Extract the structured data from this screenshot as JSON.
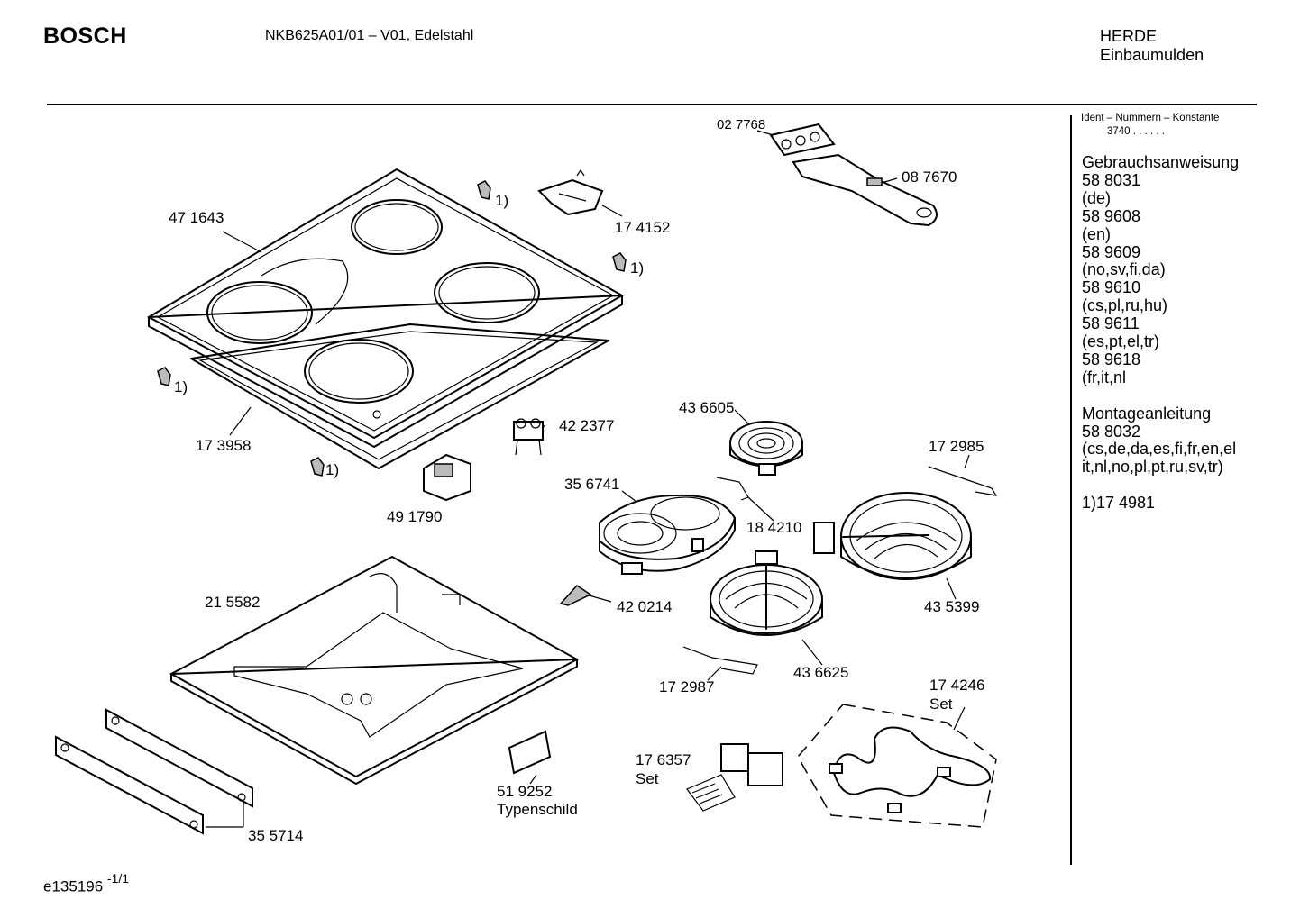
{
  "header": {
    "brand": "BOSCH",
    "model": "NKB625A01/01 – V01, Edelstahl",
    "category_line1": "HERDE",
    "category_line2": "Einbaumulden"
  },
  "sidebar": {
    "ident_heading": "Ident – Nummern – Konstante",
    "ident_value": "3740 . . . . . .",
    "lines": [
      "Gebrauchsanweisung",
      "58 8031",
      "(de)",
      "58 9608",
      "(en)",
      "58 9609",
      "(no,sv,fi,da)",
      "58 9610",
      "(cs,pl,ru,hu)",
      "58 9611",
      "(es,pt,el,tr)",
      "58 9618",
      "(fr,it,nl",
      "",
      "Montageanleitung",
      "58 8032",
      "(cs,de,da,es,fi,fr,en,el",
      "it,nl,no,pl,pt,ru,sv,tr)",
      "",
      "1)17 4981"
    ]
  },
  "parts": {
    "p027768": "02 7768",
    "p087670": "08 7670",
    "p471643": "47 1643",
    "p174152": "17 4152",
    "note1a": "1)",
    "note1b": "1)",
    "note1c": "1)",
    "note1d": "1)",
    "p173958": "17 3958",
    "p422377": "42 2377",
    "p436605": "43 6605",
    "p172985": "17 2985",
    "p356741": "35 6741",
    "p491790": "49 1790",
    "p184210": "18 4210",
    "p215582": "21 5582",
    "p420214": "42 0214",
    "p435399": "43 5399",
    "p436625": "43 6625",
    "p172987": "17 2987",
    "p174246": "17 4246",
    "p174246_set": "Set",
    "p176357": "17 6357",
    "p176357_set": "Set",
    "p519252": "51 9252",
    "p519252_name": "Typenschild",
    "p355714": "35 5714"
  },
  "footer": {
    "doc_id": "e135196",
    "page": "-1/1"
  }
}
